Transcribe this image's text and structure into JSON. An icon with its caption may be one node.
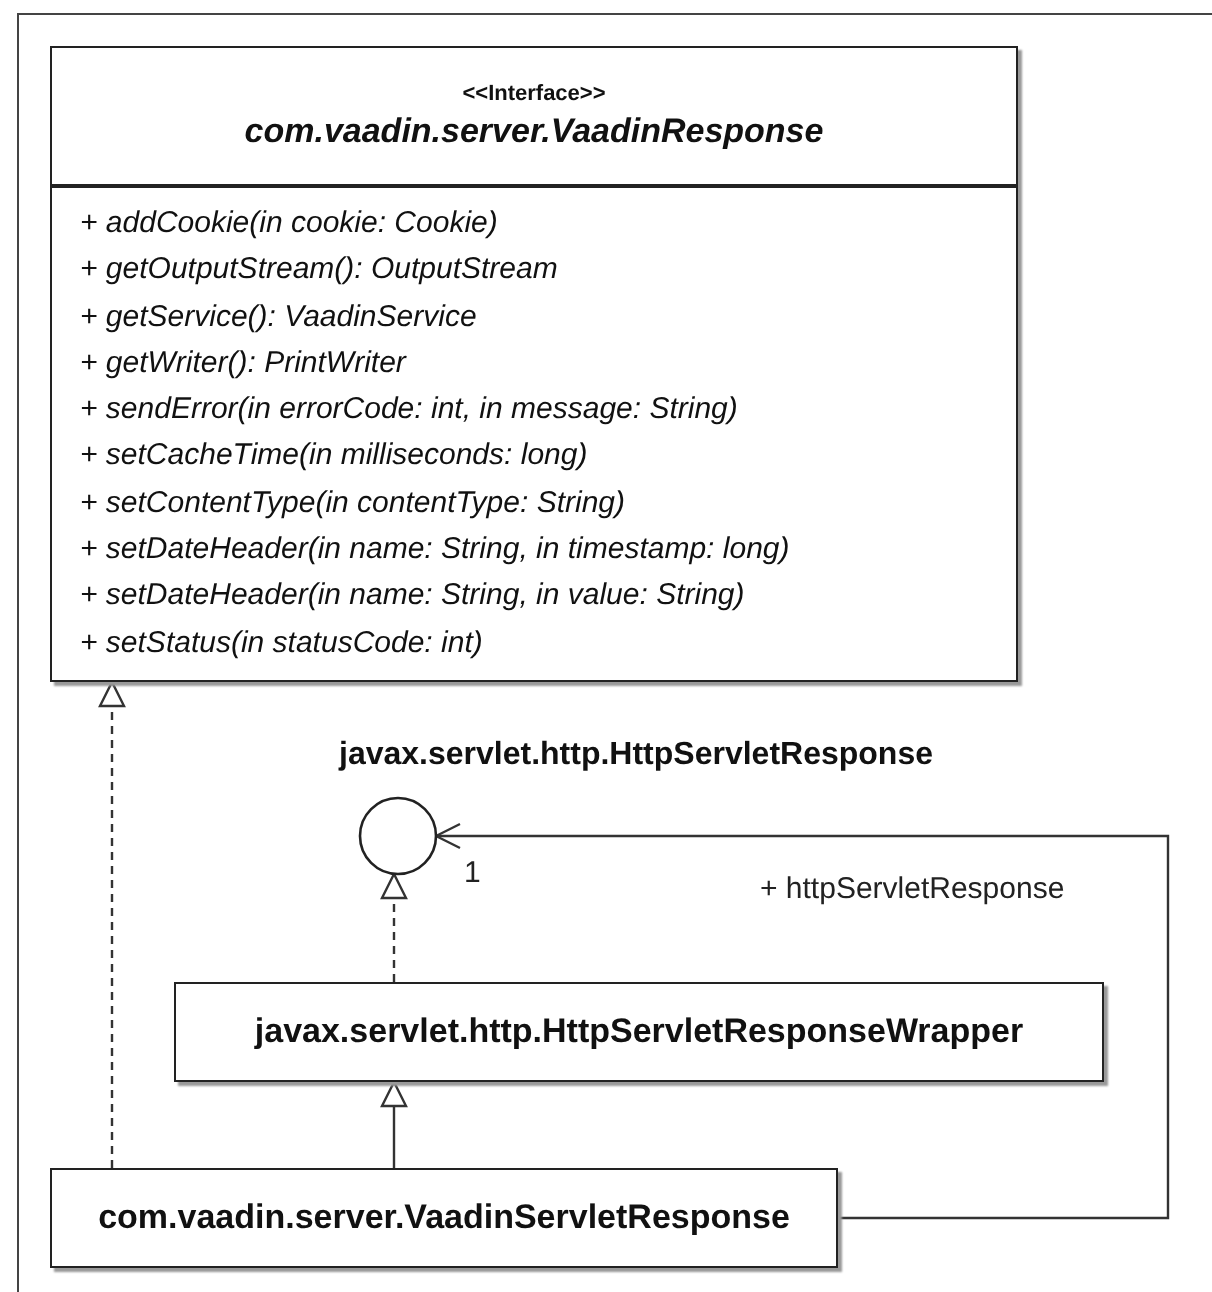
{
  "diagram": {
    "nodes": [
      {
        "text": [
          "<<Interface>>",
          "com.vaadin.server.VaadinResponse",
          "+ addCookie(in cookie: Cookie)",
          "+ getOutputStream(): OutputStream",
          "+ getService(): VaadinService",
          "+ getWriter(): PrintWriter",
          "+ sendError(in errorCode: int, in message: String)",
          "+ setCacheTime(in milliseconds: long)",
          "+ setContentType(in contentType: String)",
          "+ setDateHeader(in name: String, in timestamp: long)",
          "+ setDateHeader(in name: String, in value: String)",
          "+ setStatus(in statusCode: int)"
        ]
      },
      {
        "text": [
          "javax.servlet.http.HttpServletResponse"
        ]
      },
      {
        "text": [
          "javax.servlet.http.HttpServletResponseWrapper"
        ]
      },
      {
        "text": [
          "com.vaadin.server.VaadinServletResponse"
        ]
      }
    ],
    "edges": [
      {
        "from": 3,
        "to": 0,
        "arrow": "to",
        "style": "dashed"
      },
      {
        "from": 2,
        "to": 1,
        "arrow": "to",
        "style": "dashed"
      },
      {
        "from": 3,
        "to": 2,
        "arrow": "to"
      },
      {
        "from": 3,
        "to": 1,
        "arrow": "to",
        "label": "+ httpServletResponse"
      }
    ],
    "labels": [
      "1"
    ]
  }
}
